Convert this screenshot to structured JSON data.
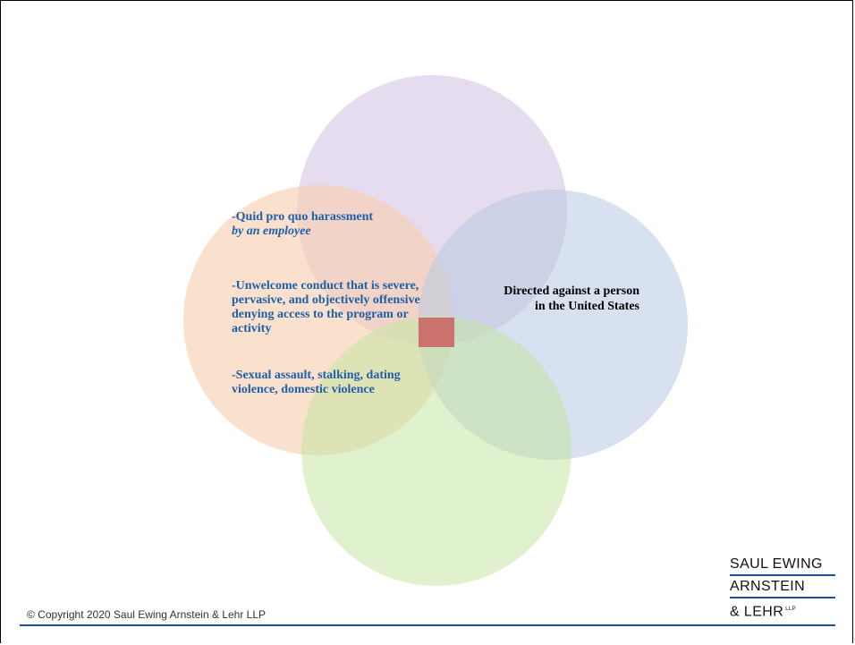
{
  "venn": {
    "left_items": [
      {
        "text": "-Quid pro quo harassment ",
        "emphasis": "by an employee"
      },
      {
        "text": "-Unwelcome conduct that is severe, pervasive, and objectively offensive denying access to the program or activity"
      },
      {
        "text": "-Sexual assault, stalking, dating violence, domestic violence"
      }
    ],
    "right_label": "Directed against a person in the United States"
  },
  "footer": {
    "copyright": "© Copyright 2020 Saul Ewing Arnstein & Lehr LLP"
  },
  "logo": {
    "line1": "SAUL EWING",
    "line2": "ARNSTEIN",
    "line3": "& LEHR",
    "suffix": "LLP"
  },
  "colors": {
    "text_blue": "#1f5fa8",
    "accent_rule": "#1f4e96",
    "circle_top": "#d6c6e6",
    "circle_left": "#f7cfae",
    "circle_right": "#b6c9e2",
    "circle_bottom": "#c7e6a4",
    "intersection": "#c9726e"
  }
}
